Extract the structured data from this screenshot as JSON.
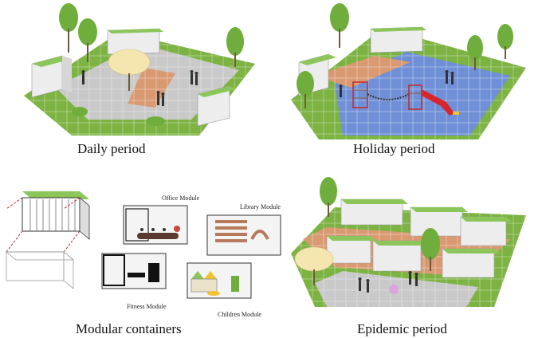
{
  "panels": {
    "daily": {
      "caption": "Daily period"
    },
    "holiday": {
      "caption": "Holiday period"
    },
    "modular": {
      "caption": "Modular containers"
    },
    "epidemic": {
      "caption": "Epidemic period"
    }
  },
  "modules": {
    "office": "Office Module",
    "library": "Library Module",
    "fitness": "Fitness Module",
    "children": "Children Module"
  },
  "colors": {
    "grass": "#7cb342",
    "grass_dark": "#5e9a2c",
    "paving": "#c9c9c9",
    "terracotta": "#d99a72",
    "plaza_blue": "#6f8fd6",
    "container_wall": "#ededed",
    "container_roof": "#8cc65a",
    "tree": "#6fae3c",
    "blossom": "#f5e6b0",
    "slide": "#d8262e",
    "frame_red": "#c62828"
  }
}
